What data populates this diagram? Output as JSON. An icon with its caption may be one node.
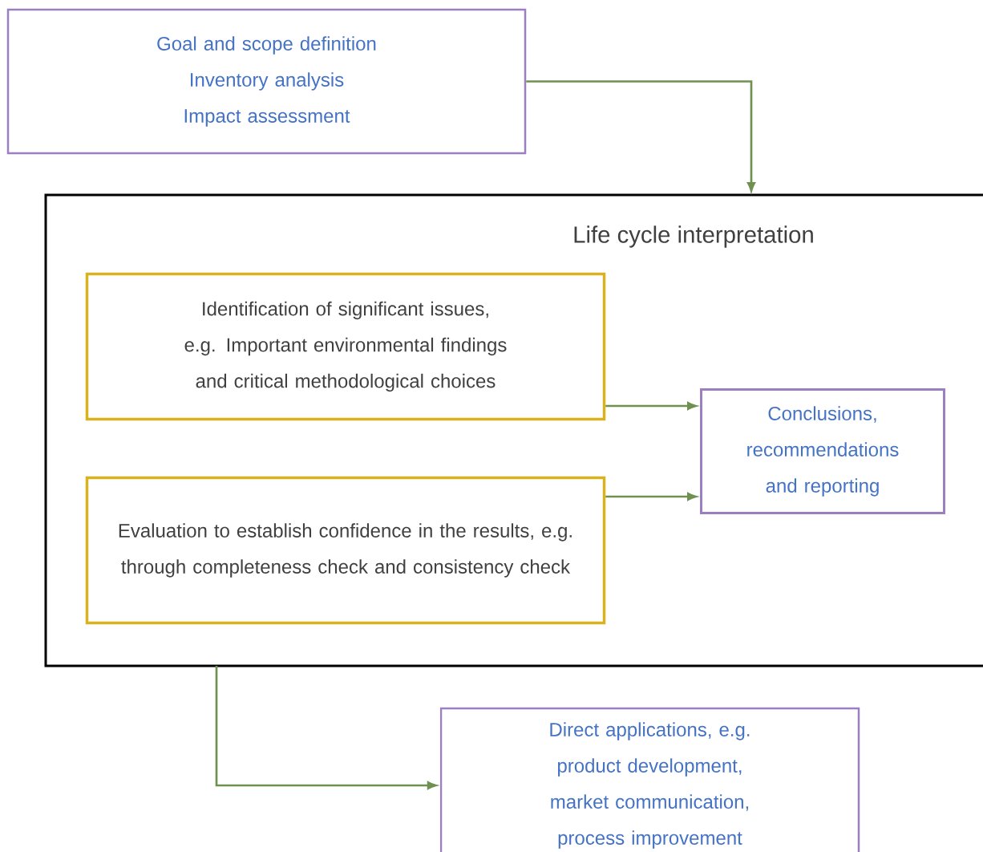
{
  "diagram": {
    "nodes": [
      {
        "text": [
          "Goal and scope definition",
          "Inventory analysis",
          "Impact assessment"
        ]
      },
      {
        "text": [
          "Life cycle interpretation"
        ]
      },
      {
        "text": [
          "Identification of significant issues, e.g. Important environmental findings and critical methodological choices"
        ],
        "in": 1
      },
      {
        "text": [
          "Evaluation to establish confidence in the results, e.g. through completeness check and consistency check"
        ],
        "in": 1
      },
      {
        "text": [
          "Conclusions, recommendations and reporting"
        ],
        "in": 1
      },
      {
        "text": [
          "Direct applications, e.g. product development, market communication, process improvement"
        ]
      }
    ],
    "edges": [
      {
        "from": 0,
        "to": 1,
        "arrow": "to"
      },
      {
        "from": 2,
        "to": 4,
        "arrow": "to"
      },
      {
        "from": 3,
        "to": 4,
        "arrow": "to"
      },
      {
        "from": 1,
        "to": 5,
        "arrow": "to"
      }
    ]
  }
}
